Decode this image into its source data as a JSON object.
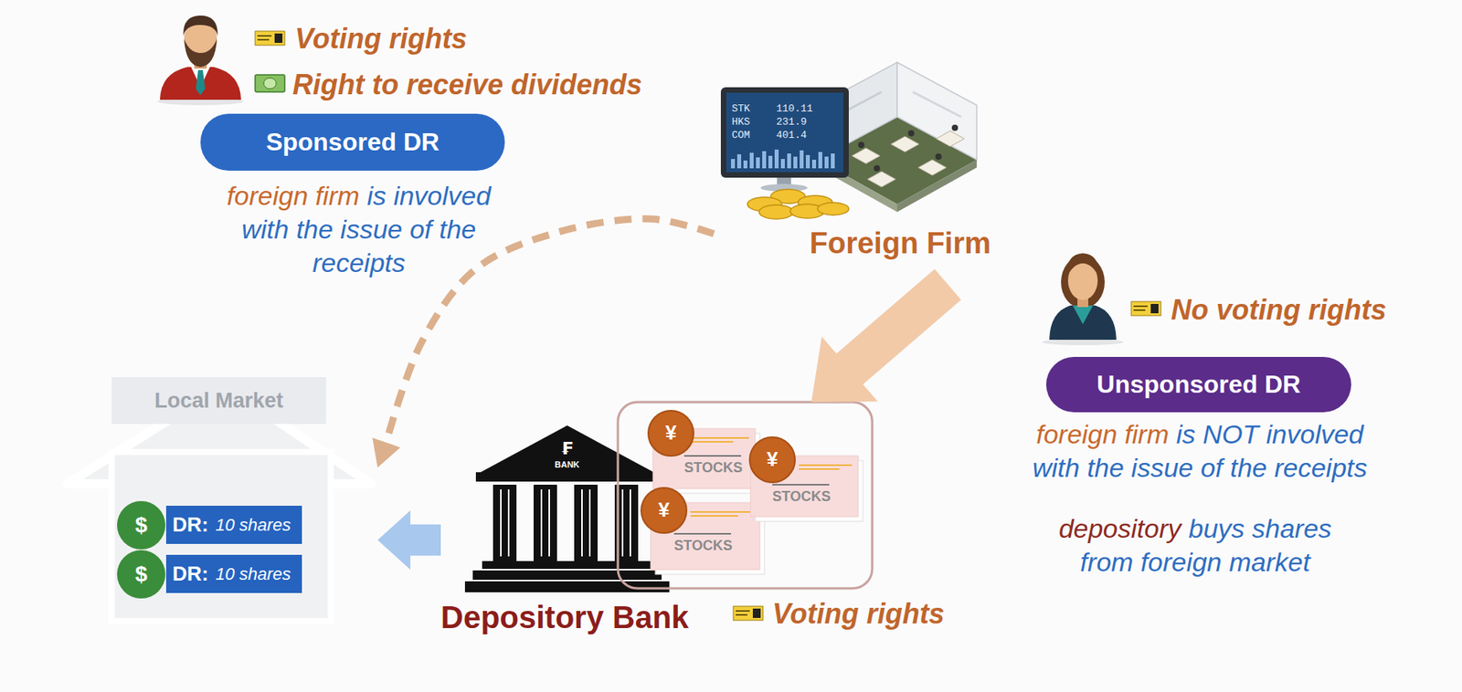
{
  "diagram": {
    "nodes": [
      {
        "text": [
          "Sponsored DR"
        ]
      },
      {
        "text": [
          "Foreign Firm"
        ]
      },
      {
        "text": [
          "Local Market"
        ]
      },
      {
        "text": [
          "DR:",
          "10 shares"
        ],
        "in": 2
      },
      {
        "text": [
          "DR:",
          "10 shares"
        ],
        "in": 2
      },
      {
        "text": [
          "Depository Bank"
        ]
      },
      {
        "text": [
          "STOCKS"
        ],
        "in": 5
      },
      {
        "text": [
          "STOCKS"
        ],
        "in": 5
      },
      {
        "text": [
          "STOCKS"
        ],
        "in": 5
      },
      {
        "text": [
          "Unsponsored DR"
        ]
      }
    ],
    "edges": [
      {
        "from": 1,
        "to": 5,
        "arrow": "to"
      },
      {
        "from": 1,
        "to": 2,
        "arrow": "to"
      },
      {
        "from": 5,
        "to": 2,
        "arrow": "to"
      }
    ],
    "labels": [
      "Voting rights",
      "Right to receive dividends",
      "foreign firm",
      "is involved with the issue of the receipts",
      "STK",
      "110.11",
      "HKS",
      "231.9",
      "COM",
      "401.4",
      "No voting rights",
      "foreign firm",
      "is NOT involved with the issue of the receipts",
      "depository",
      "buys shares from foreign market",
      "₣",
      "BANK",
      "¥",
      "¥",
      "¥",
      "Voting rights",
      "$",
      "$"
    ]
  }
}
